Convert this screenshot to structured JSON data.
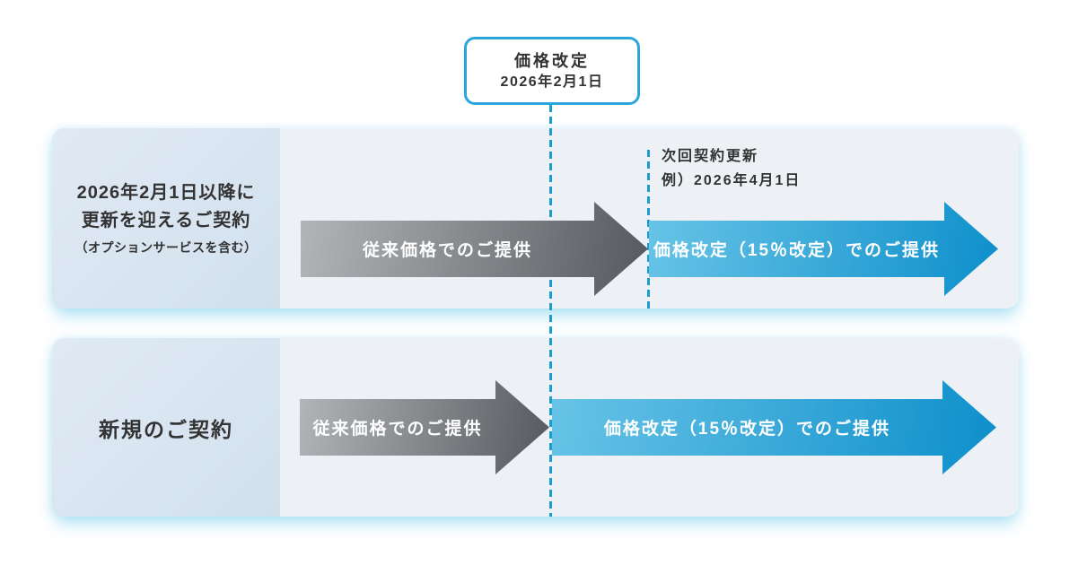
{
  "callout": {
    "title": "価格改定",
    "date": "2026年2月1日"
  },
  "rows": [
    {
      "label_line1": "2026年2月1日以降に",
      "label_line2": "更新を迎えるご契約",
      "label_note": "（オプションサービスを含む）",
      "gray_arrow_label": "従来価格でのご提供",
      "blue_arrow_label": "価格改定（15％改定）でのご提供",
      "annotation_title": "次回契約更新",
      "annotation_example": "例）2026年4月1日"
    },
    {
      "label": "新規のご契約",
      "gray_arrow_label": "従来価格でのご提供",
      "blue_arrow_label": "価格改定（15％改定）でのご提供"
    }
  ],
  "colors": {
    "accent_blue": "#2aa6dd",
    "dash_teal": "#1a9dcd",
    "text_dark": "#333333",
    "panel_bg": "#edf1f5",
    "label_from": "#e0eaf4",
    "label_to": "#d2e0ee",
    "gray_from": "#b2b6b9",
    "gray_to": "#55595d",
    "blue_from": "#68c4e7",
    "blue_to": "#0d8fcb"
  }
}
